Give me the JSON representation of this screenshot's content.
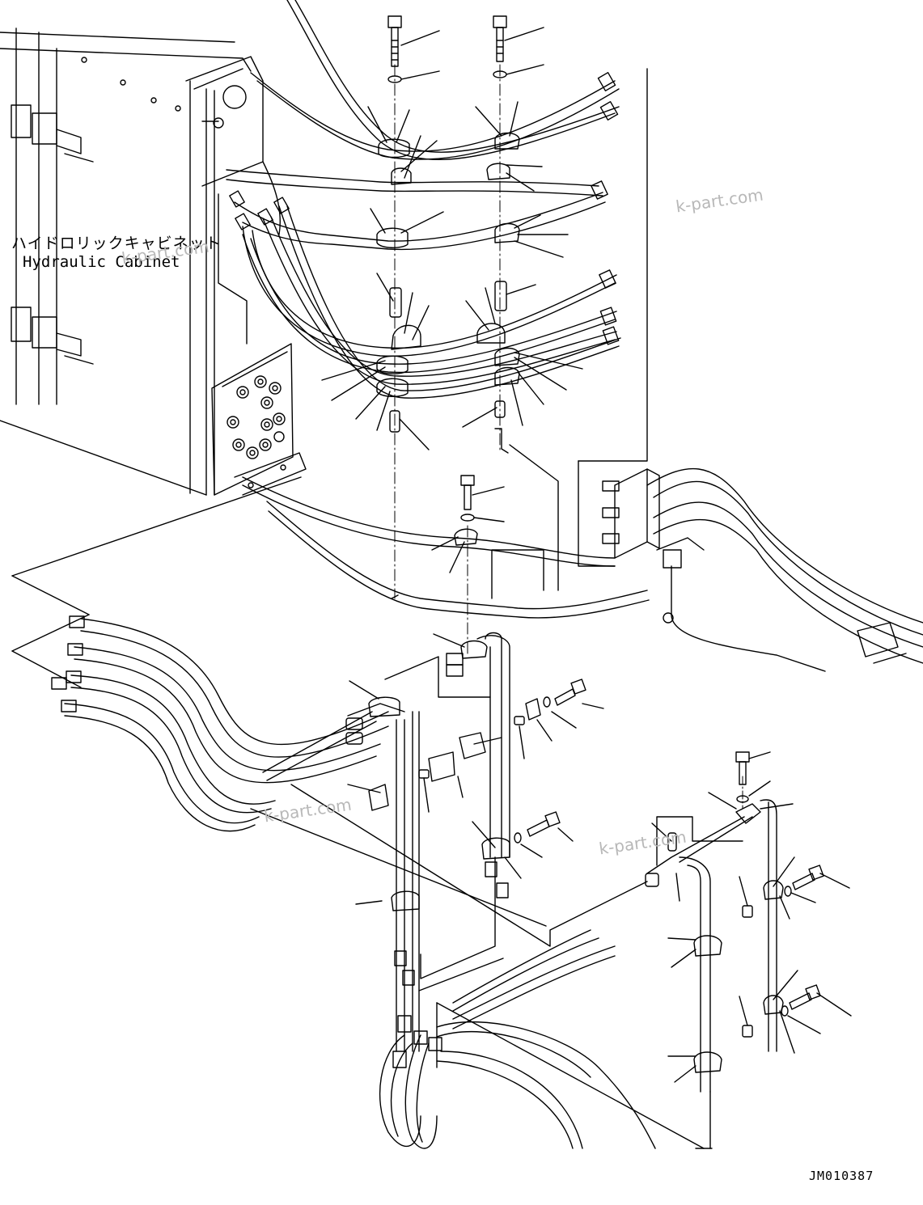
{
  "cabinet_label_jp": "ハイドロリックキャビネット",
  "cabinet_label_en": "Hydraulic Cabinet",
  "watermark": "k-part.com",
  "drawing_code": "JM010387",
  "colors": {
    "line": "#000000",
    "watermark": "#b8b8b8",
    "background": "#ffffff"
  }
}
